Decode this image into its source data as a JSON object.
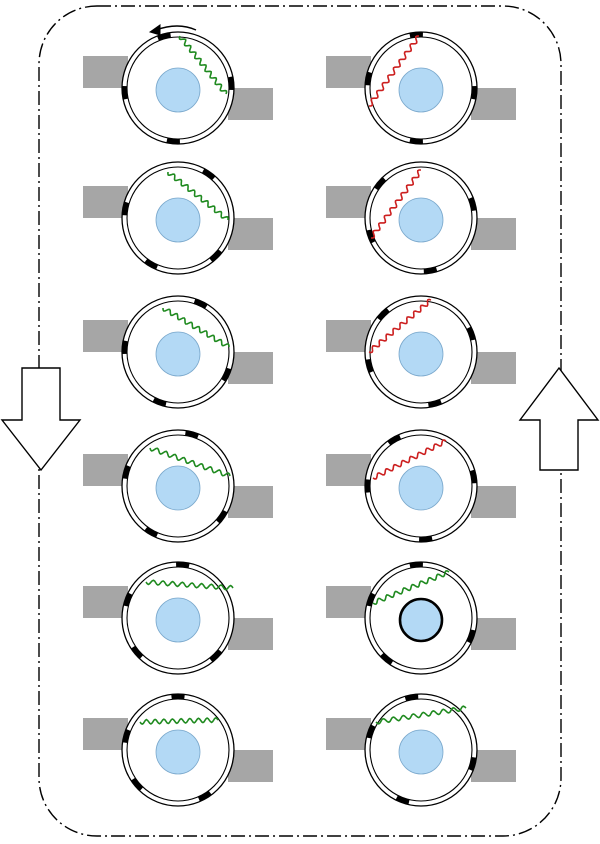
{
  "colors": {
    "background": "#ffffff",
    "border": "#000000",
    "block": "#a6a6a6",
    "core": "#b3d9f5",
    "wire_green": "#1f8a1f",
    "wire_red": "#cc1f1f",
    "arrow_fill": "#ffffff"
  },
  "diagram": {
    "flow_arrows": [
      {
        "name": "down-arrow",
        "direction": "down"
      },
      {
        "name": "up-arrow",
        "direction": "up"
      },
      {
        "name": "rotation-arrow",
        "direction": "counter-clockwise"
      }
    ],
    "left_column": [
      {
        "wire_color": "green",
        "highlighted_core": false
      },
      {
        "wire_color": "green",
        "highlighted_core": false
      },
      {
        "wire_color": "green",
        "highlighted_core": false
      },
      {
        "wire_color": "green",
        "highlighted_core": false
      },
      {
        "wire_color": "green",
        "highlighted_core": false
      },
      {
        "wire_color": "green",
        "highlighted_core": false
      }
    ],
    "right_column": [
      {
        "wire_color": "red",
        "highlighted_core": false
      },
      {
        "wire_color": "red",
        "highlighted_core": false
      },
      {
        "wire_color": "red",
        "highlighted_core": false
      },
      {
        "wire_color": "red",
        "highlighted_core": false
      },
      {
        "wire_color": "green",
        "highlighted_core": true
      },
      {
        "wire_color": "green",
        "highlighted_core": false
      }
    ]
  }
}
